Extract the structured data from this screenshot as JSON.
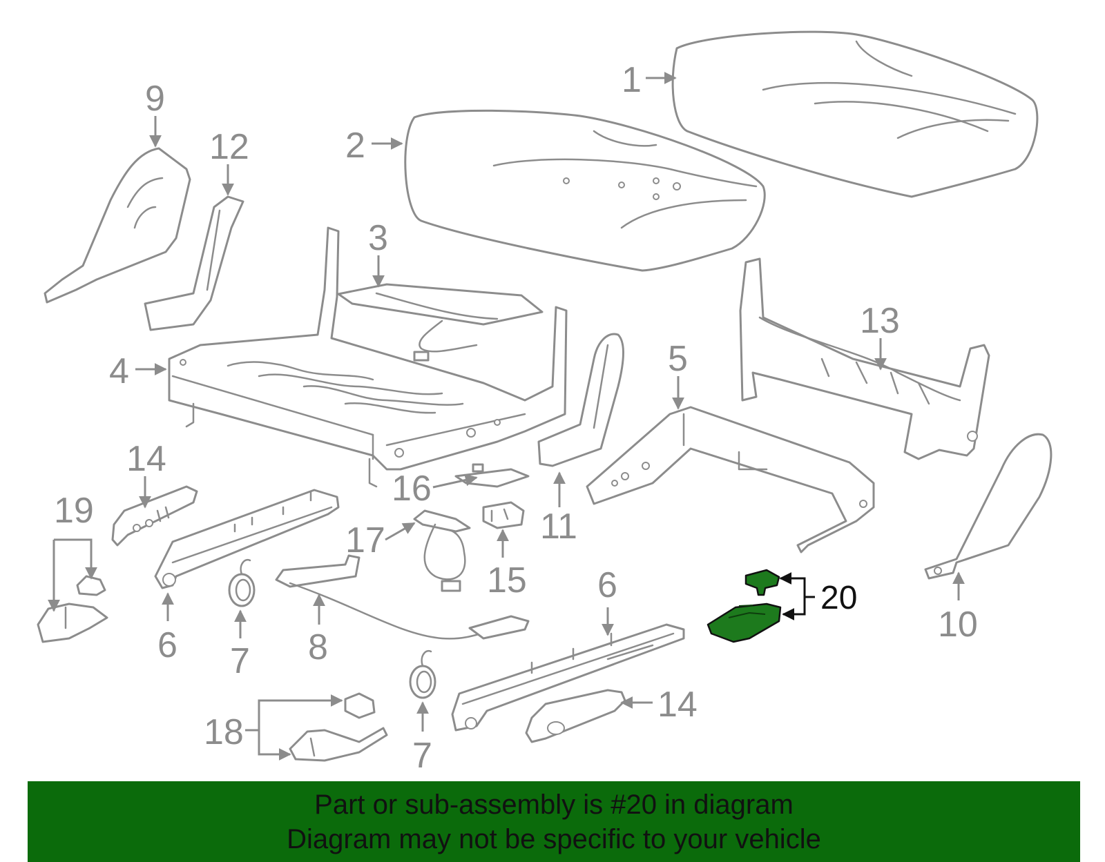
{
  "diagram": {
    "callouts": {
      "c1": "1",
      "c2": "2",
      "c3": "3",
      "c4": "4",
      "c5": "5",
      "c6a": "6",
      "c6b": "6",
      "c7a": "7",
      "c7b": "7",
      "c8": "8",
      "c9": "9",
      "c10": "10",
      "c11": "11",
      "c12": "12",
      "c13": "13",
      "c14a": "14",
      "c14b": "14",
      "c15": "15",
      "c16": "16",
      "c17": "17",
      "c18": "18",
      "c19": "19",
      "c20": "20"
    },
    "colors": {
      "line_art": "#8c8c8c",
      "highlight_part": "#1d7a1d",
      "banner_background": "#0b6b0b",
      "text": "#111111"
    }
  },
  "banner": {
    "line1": "Part or sub-assembly is #20 in diagram",
    "line2": "Diagram may not be specific to your vehicle"
  }
}
